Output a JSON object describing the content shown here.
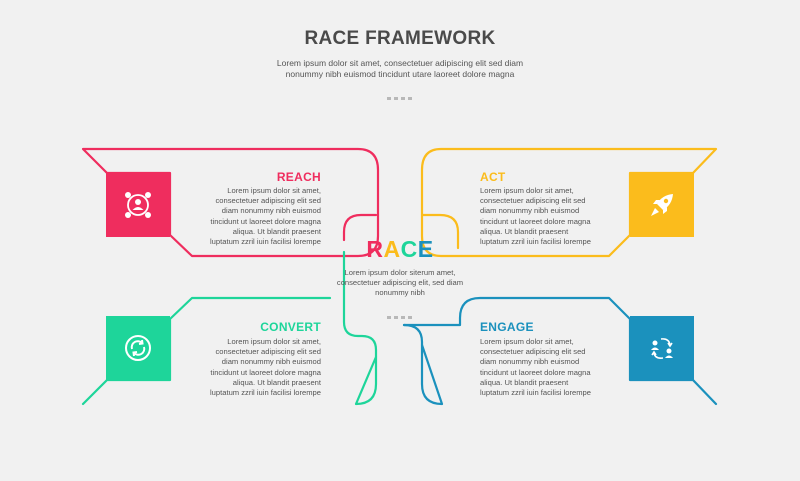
{
  "header": {
    "title": "RACE FRAMEWORK",
    "subtitle": "Lorem ipsum dolor sit amet, consectetuer adipiscing elit sed diam nonummy nibh euismod tincidunt utare laoreet dolore magna"
  },
  "center": {
    "letters": [
      "R",
      "A",
      "C",
      "E"
    ],
    "body": "Lorem ipsum dolor siterum amet, consectetuer adipiscing elit, sed diam nonummy nibh"
  },
  "sections": [
    {
      "id": "reach",
      "label": "REACH",
      "color": "#ef2d5e",
      "icon": "user-network-icon",
      "body": "Lorem ipsum dolor sit amet, consectetuer adipiscing elit sed diam nonummy nibh euismod tincidunt ut laoreet dolore magna aliqua. Ut blandit praesent luptatum zzril iuin facilisi lorempe"
    },
    {
      "id": "act",
      "label": "ACT",
      "color": "#fbbc1c",
      "icon": "rocket-icon",
      "body": "Lorem ipsum dolor sit amet, consectetuer adipiscing elit sed diam nonummy nibh euismod tincidunt ut laoreet dolore magna aliqua. Ut blandit praesent luptatum zzril iuin facilisi lorempe"
    },
    {
      "id": "convert",
      "label": "CONVERT",
      "color": "#1ed59a",
      "icon": "refresh-cycle-icon",
      "body": "Lorem ipsum dolor sit amet, consectetuer adipiscing elit sed diam nonummy nibh euismod tincidunt ut laoreet dolore magna aliqua. Ut blandit praesent luptatum zzril iuin facilisi lorempe"
    },
    {
      "id": "engage",
      "label": "ENGAGE",
      "color": "#1b91bd",
      "icon": "user-exchange-icon",
      "body": "Lorem ipsum dolor sit amet, consectetuer adipiscing elit sed diam nonummy nibh euismod tincidunt ut laoreet dolore magna aliqua. Ut blandit praesent luptatum zzril iuin facilisi lorempe"
    }
  ]
}
